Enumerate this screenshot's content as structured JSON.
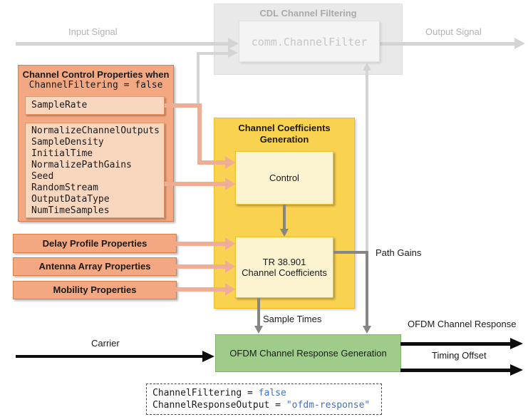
{
  "diagram": {
    "cdl_filtering": {
      "title": "CDL Channel Filtering",
      "filter_block": "comm.ChannelFilter",
      "input_label": "Input Signal",
      "output_label": "Output Signal"
    },
    "control_props": {
      "title_line1": "Channel Control Properties when",
      "title_line2": "ChannelFiltering = false",
      "sample_rate": "SampleRate",
      "list": [
        "NormalizeChannelOutputs",
        "SampleDensity",
        "InitialTime",
        "NormalizePathGains",
        "Seed",
        "RandomStream",
        "OutputDataType",
        "NumTimeSamples"
      ]
    },
    "property_boxes": {
      "delay": "Delay Profile Properties",
      "antenna": "Antenna Array Properties",
      "mobility": "Mobility Properties"
    },
    "coeff_gen": {
      "title_line1": "Channel Coefficients",
      "title_line2": "Generation",
      "control_block": "Control",
      "tr_block_line1": "TR 38.901",
      "tr_block_line2": "Channel Coefficients"
    },
    "ofdm_block": "OFDM Channel Response Generation",
    "signals": {
      "path_gains": "Path Gains",
      "sample_times": "Sample Times",
      "carrier": "Carrier",
      "ofdm_response": "OFDM Channel Response",
      "timing_offset": "Timing Offset"
    },
    "code_note": {
      "line1_name": "ChannelFiltering = ",
      "line1_value": "false",
      "line2_name": "ChannelResponseOutput = ",
      "line2_value": "\"ofdm-response\""
    },
    "colors": {
      "salmon_fill": "#f3a881",
      "salmon_light": "#f9d6be",
      "salmon_connector": "#efae93",
      "yellow_fill": "#f9d250",
      "cream_fill": "#fcf3d0",
      "green_fill": "#9fcc8b",
      "gray_fill": "#e9e9e9",
      "arrow_dark_gray": "#858585",
      "arrow_light_gray": "#d4d4d4",
      "code_blue": "#4070c8"
    }
  }
}
